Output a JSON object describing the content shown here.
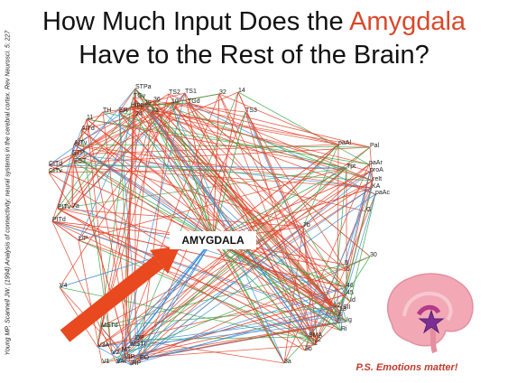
{
  "slide": {
    "title_line1_pre": "How Much Input Does the ",
    "title_line1_accent": "Amygdala",
    "title_line2": "Have to the Rest of the Brain?",
    "citation": "Young MP, Scannell JW. (1994) Analysis of connectivity: neural systems in the cerebral cortex. Rev Neurosci. 5: 227",
    "amygdala_label": "AMYGDALA",
    "footer": "P.S. Emotions matter!"
  },
  "colors": {
    "title_accent": "#d9482b",
    "connection_red": "#e0442a",
    "connection_green": "#3aa84a",
    "connection_blue": "#3b8fd9",
    "arrow": "#e8491f",
    "brain_pink": "#f2a9b5",
    "amygdala_star": "#7a2f95",
    "footer": "#c0392b"
  },
  "network": {
    "nodes": [
      "STPa",
      "TGv",
      "TS2",
      "TS1",
      "TGd",
      "14",
      "32",
      "10",
      "TS3",
      "TH",
      "ER",
      "Hipp",
      "35",
      "36",
      "24",
      "23",
      "11",
      "AITd",
      "AITv",
      "STP",
      "FST",
      "PITd",
      "PITv",
      "CITd",
      "CITv",
      "V4",
      "LIP",
      "MT",
      "MSTd",
      "MSTl",
      "VIP",
      "PO",
      "V1",
      "V4t",
      "V3A",
      "V2",
      "DP",
      "PIP",
      "7a",
      "7b",
      "6",
      "5",
      "46",
      "45",
      "8",
      "9",
      "13",
      "12",
      "SMA",
      "3a",
      "3b",
      "1",
      "2",
      "Ri",
      "Id",
      "SII",
      "30",
      "G",
      "paAl",
      "Pal",
      "Tpt",
      "paAr",
      "proA",
      "reIt",
      "KA",
      "paAc",
      "Ig"
    ]
  },
  "icons": [
    "brain-icon",
    "star-icon",
    "arrow-icon"
  ]
}
